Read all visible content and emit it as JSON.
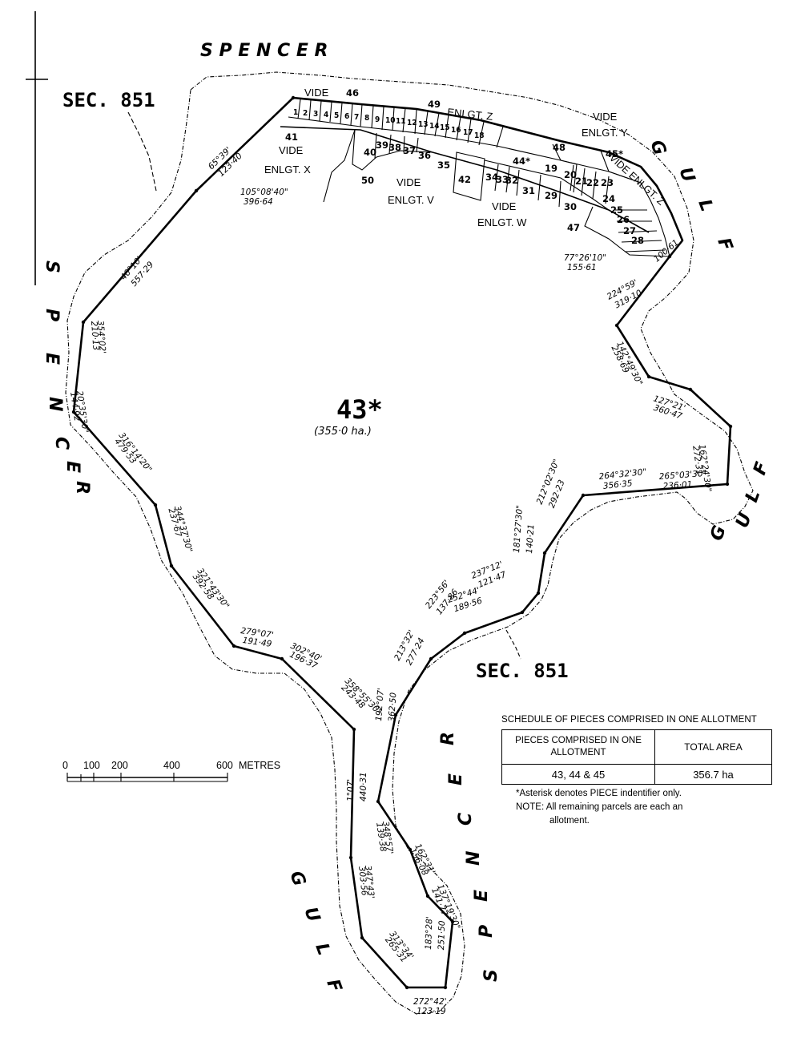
{
  "sea_labels": {
    "spencer_top": "S P E N C E R",
    "spencer_left": [
      "S",
      "P",
      "E",
      "N",
      "C",
      "E",
      "R"
    ],
    "spencer_bottom": [
      "S",
      "P",
      "E",
      "N",
      "C",
      "E",
      "R"
    ],
    "gulf_right_top": [
      "G",
      "U",
      "L",
      "F"
    ],
    "gulf_right_mid": [
      "G",
      "U",
      "L",
      "F"
    ],
    "gulf_bottom": [
      "G",
      "U",
      "L",
      "F"
    ]
  },
  "sections": {
    "top_left": "SEC. 851",
    "bottom_right": "SEC. 851"
  },
  "main_piece": {
    "number": "43*",
    "area": "(355·0 ha.)"
  },
  "vide_labels": {
    "top": "VIDE",
    "enlgt_z_top": "ENLGT. Z",
    "enlgt_y": [
      "VIDE",
      "ENLGT. Y"
    ],
    "enlgt_x": [
      "VIDE",
      "ENLGT. X"
    ],
    "enlgt_v": [
      "VIDE",
      "ENLGT. V"
    ],
    "enlgt_w": [
      "VIDE",
      "ENLGT. W"
    ],
    "enlgt_z_right": "VIDE ENLGT. Z"
  },
  "lots": {
    "strip": [
      "1",
      "2",
      "3",
      "4",
      "5",
      "6",
      "7",
      "8",
      "9",
      "10",
      "11",
      "12",
      "13",
      "14",
      "15",
      "16",
      "17",
      "18"
    ],
    "other": [
      "46",
      "49",
      "41",
      "40",
      "39",
      "38",
      "37",
      "36",
      "35",
      "50",
      "42",
      "34",
      "33",
      "32",
      "31",
      "44*",
      "19",
      "20",
      "21",
      "22",
      "23",
      "48",
      "45*",
      "24",
      "25",
      "26",
      "27",
      "28",
      "29",
      "30",
      "47"
    ]
  },
  "dimensions": [
    {
      "bearing": "65°39'",
      "distance": "123·40"
    },
    {
      "bearing": "105°08'40\"",
      "distance": "396·64"
    },
    {
      "bearing": "40°10'",
      "distance": "557·29"
    },
    {
      "bearing": "354°02'",
      "distance": "210·13"
    },
    {
      "bearing": "20°35'30\"",
      "distance": "144·92"
    },
    {
      "bearing": "316°14'20\"",
      "distance": "479·53"
    },
    {
      "bearing": "344°37'30\"",
      "distance": "237·67"
    },
    {
      "bearing": "321°43'30\"",
      "distance": "392·58"
    },
    {
      "bearing": "279°07'",
      "distance": "191·49"
    },
    {
      "bearing": "302°40'",
      "distance": "196·37"
    },
    {
      "bearing": "358°55'30\"",
      "distance": "243·48"
    },
    {
      "bearing": "192°07'",
      "distance": "362·50"
    },
    {
      "bearing": "1°07'",
      "distance": "440·31"
    },
    {
      "bearing": "348°57'",
      "distance": "139·38"
    },
    {
      "bearing": "347°43'",
      "distance": "303·56"
    },
    {
      "bearing": "313°34'",
      "distance": "265·31"
    },
    {
      "bearing": "272°42'",
      "distance": "123·19"
    },
    {
      "bearing": "183°28'",
      "distance": "251·50"
    },
    {
      "bearing": "137°19'30\"",
      "distance": "141·77"
    },
    {
      "bearing": "162°31'",
      "distance": "156·08"
    },
    {
      "bearing": "213°32'",
      "distance": "277·24"
    },
    {
      "bearing": "223°56'",
      "distance": "137·86"
    },
    {
      "bearing": "252°44'",
      "distance": "189·56"
    },
    {
      "bearing": "237°12'",
      "distance": "121·47"
    },
    {
      "bearing": "181°27'30\"",
      "distance": "140·21"
    },
    {
      "bearing": "212°02'30\"",
      "distance": "292·23"
    },
    {
      "bearing": "264°32'30\"",
      "distance": "356·35"
    },
    {
      "bearing": "265°03'30\"",
      "distance": "236·01"
    },
    {
      "bearing": "162°24'30\"",
      "distance": "272·31"
    },
    {
      "bearing": "127°21'",
      "distance": "360·47"
    },
    {
      "bearing": "142°49'30\"",
      "distance": "258·69"
    },
    {
      "bearing": "224°59'",
      "distance": "319·10"
    },
    {
      "bearing": "77°26'10\"",
      "distance": "155·61"
    },
    {
      "bearing": "",
      "distance": "100·61"
    }
  ],
  "scale_bar": {
    "ticks": [
      "0",
      "100",
      "200",
      "400",
      "600"
    ],
    "unit": "METRES"
  },
  "schedule": {
    "caption": "SCHEDULE OF PIECES COMPRISED IN ONE ALLOTMENT",
    "headers": [
      "PIECES COMPRISED IN ONE ALLOTMENT",
      "TOTAL AREA"
    ],
    "row": [
      "43, 44 & 45",
      "356.7 ha"
    ],
    "notes": [
      "*Asterisk denotes PIECE indentifier only.",
      "NOTE: All remaining parcels are each an",
      "allotment."
    ]
  }
}
